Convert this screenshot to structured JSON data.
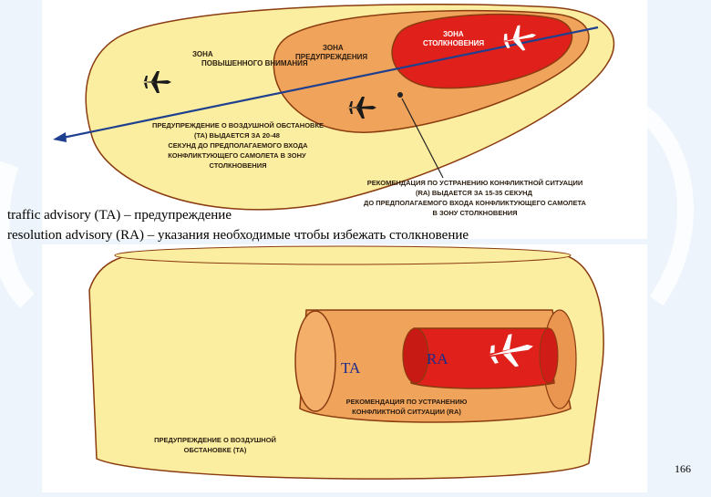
{
  "top_diagram": {
    "zone_caution": "ЗОНА ПОВЫШЕННОГО ВНИМАНИЯ",
    "zone_warning": "ЗОНА ПРЕДУПРЕЖДЕНИЯ",
    "zone_collision": "ЗОНА СТОЛКНОВЕНИЯ",
    "ta_caption": "ПРЕДУПРЕЖДЕНИЕ О ВОЗДУШНОЙ ОБСТАНОВКЕ (ТА) ВЫДАЕТСЯ ЗА 20-48 СЕКУНД ДО ПРЕДПОЛАГАЕМОГО ВХОДА КОНФЛИКТУЮЩЕГО САМОЛЕТА В ЗОНУ СТОЛКНОВЕНИЯ",
    "ra_caption": "РЕКОМЕНДАЦИЯ ПО УСТРАНЕНИЮ КОНФЛИКТНОЙ СИТУАЦИИ (RA) ВЫДАЕТСЯ ЗА 15-35 СЕКУНД ДО ПРЕДПОЛАГАЕМОГО ВХОДА КОНФЛИКТУЮЩЕГО САМОЛЕТА В ЗОНУ СТОЛКНОВЕНИЯ"
  },
  "definitions": {
    "ta": "traffic advisory (TA) – предупреждение",
    "ra": "resolution advisory (RA) – указания необходимые чтобы избежать столкновение"
  },
  "bottom_diagram": {
    "tag_ta": "TA",
    "tag_ra": "RA",
    "ra_caption": "РЕКОМЕНДАЦИЯ ПО УСТРАНЕНИЮ КОНФЛИКТНОЙ СИТУАЦИИ (RA)",
    "ta_caption": "ПРЕДУПРЕЖДЕНИЕ О ВОЗДУШНОЙ ОБСТАНОВКЕ (ТА)"
  },
  "page_number": "166",
  "colors": {
    "yellow_zone": "#fbeea0",
    "orange_zone": "#f0a35a",
    "red_zone": "#e0201a",
    "outline": "#8a3b10",
    "arrow": "#1f3f8f"
  }
}
